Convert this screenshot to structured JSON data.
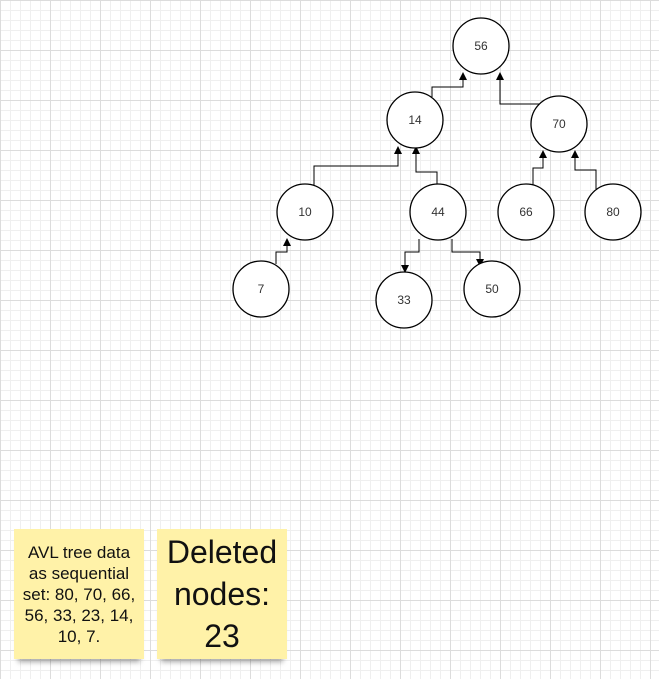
{
  "diagram": {
    "colors": {
      "node_stroke": "#000000",
      "node_fill": "#ffffff",
      "edge": "#000000",
      "note_fill": "#fff2a8"
    },
    "nodes": [
      {
        "id": "n56",
        "label": "56"
      },
      {
        "id": "n14",
        "label": "14"
      },
      {
        "id": "n70",
        "label": "70"
      },
      {
        "id": "n10",
        "label": "10"
      },
      {
        "id": "n44",
        "label": "44"
      },
      {
        "id": "n66",
        "label": "66"
      },
      {
        "id": "n80",
        "label": "80"
      },
      {
        "id": "n7",
        "label": "7"
      },
      {
        "id": "n33",
        "label": "33"
      },
      {
        "id": "n50",
        "label": "50"
      }
    ],
    "edges": [
      {
        "from": "n14",
        "to": "n56"
      },
      {
        "from": "n70",
        "to": "n56"
      },
      {
        "from": "n10",
        "to": "n14"
      },
      {
        "from": "n44",
        "to": "n14"
      },
      {
        "from": "n66",
        "to": "n70"
      },
      {
        "from": "n80",
        "to": "n70"
      },
      {
        "from": "n7",
        "to": "n10"
      },
      {
        "from": "n44",
        "to": "n33"
      },
      {
        "from": "n44",
        "to": "n50"
      }
    ]
  },
  "notes": {
    "avl_text": "AVL tree data as sequential set: 80, 70, 66, 56, 33, 23, 14, 10, 7.",
    "deleted_text": "Deleted nodes: 23"
  }
}
